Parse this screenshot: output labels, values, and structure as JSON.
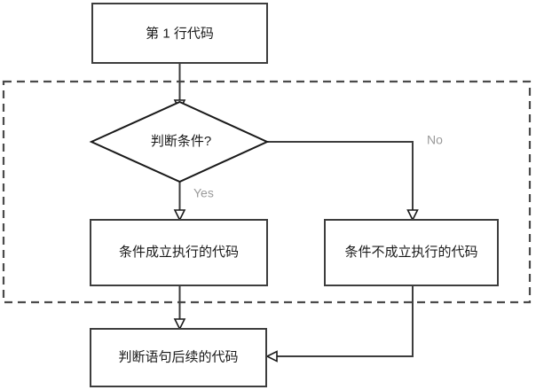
{
  "diagram": {
    "title": "if-else flowchart",
    "colors": {
      "background": "#ffffff",
      "node_stroke": "#3d3d3d",
      "diamond_stroke": "#1a1a1a",
      "dashed_region_stroke": "#4a4a4a",
      "edge_stroke": "#3d3d3d",
      "node_text": "#1a1a1a",
      "edge_label_text": "#9a9a9a"
    },
    "nodes": [
      {
        "id": "first-line",
        "shape": "rect",
        "label": "第 1 行代码"
      },
      {
        "id": "condition",
        "shape": "diamond",
        "label": "判断条件?"
      },
      {
        "id": "true-branch",
        "shape": "rect",
        "label": "条件成立执行的代码"
      },
      {
        "id": "false-branch",
        "shape": "rect",
        "label": "条件不成立执行的代码"
      },
      {
        "id": "after-statement",
        "shape": "rect",
        "label": "判断语句后续的代码"
      }
    ],
    "edge_labels": {
      "yes": "Yes",
      "no": "No"
    },
    "region": {
      "id": "if-else-region",
      "style": "dashed",
      "label": ""
    }
  }
}
